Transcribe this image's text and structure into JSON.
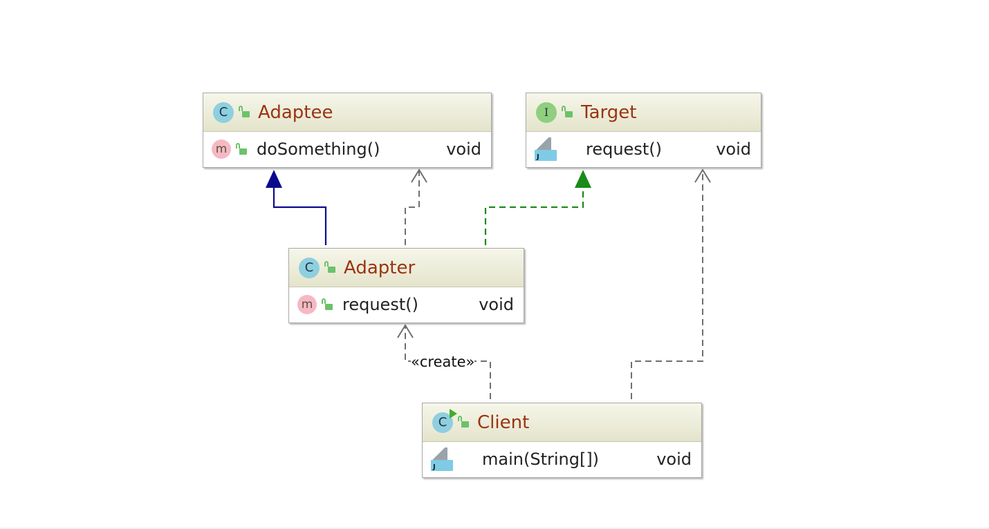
{
  "colors": {
    "header_start": "#f6f6ea",
    "header_end": "#e4e4cc",
    "class_name": "#9a3412",
    "inheritance_line": "#0a0a8c",
    "realization_line": "#1a8a1a",
    "dependency_line": "#6e6e6e"
  },
  "classes": {
    "adaptee": {
      "kind_icon": "class-icon",
      "kind_letter": "C",
      "name": "Adaptee",
      "members": [
        {
          "icon": "method-icon",
          "letter": "m",
          "name": "doSomething()",
          "type": "void"
        }
      ]
    },
    "target": {
      "kind_icon": "interface-icon",
      "kind_letter": "I",
      "name": "Target",
      "members": [
        {
          "icon": "static-file-icon",
          "letter": "J",
          "name": "request()",
          "type": "void"
        }
      ]
    },
    "adapter": {
      "kind_icon": "class-icon",
      "kind_letter": "C",
      "name": "Adapter",
      "members": [
        {
          "icon": "method-icon",
          "letter": "m",
          "name": "request()",
          "type": "void"
        }
      ]
    },
    "client": {
      "kind_icon": "runnable-class-icon",
      "kind_letter": "C",
      "name": "Client",
      "members": [
        {
          "icon": "static-file-icon",
          "letter": "J",
          "name": "main(String[])",
          "type": "void"
        }
      ]
    }
  },
  "relations": [
    {
      "from": "Adapter",
      "to": "Adaptee",
      "kind": "inheritance",
      "label": ""
    },
    {
      "from": "Adapter",
      "to": "Adaptee",
      "kind": "dependency",
      "label": ""
    },
    {
      "from": "Adapter",
      "to": "Target",
      "kind": "realization",
      "label": ""
    },
    {
      "from": "Client",
      "to": "Adapter",
      "kind": "dependency",
      "label": "«create»"
    },
    {
      "from": "Client",
      "to": "Target",
      "kind": "dependency",
      "label": ""
    }
  ]
}
